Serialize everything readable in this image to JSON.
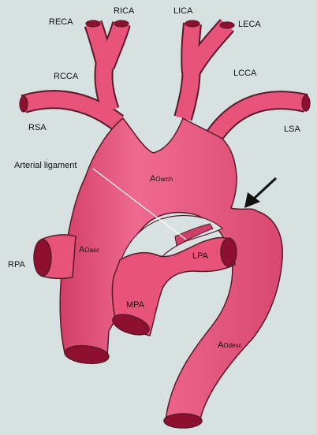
{
  "labels": {
    "reca": "RECA",
    "rica": "RICA",
    "lica": "LICA",
    "leca": "LECA",
    "rcca": "RCCA",
    "lcca": "LCCA",
    "rsa": "RSA",
    "lsa": "LSA",
    "arterial_ligament": "Arterial ligament",
    "aorta_prefix": "A",
    "aoarch_sub": "Oarch",
    "aoasc_sub": "Oasc",
    "aodesc_sub": "Odesc",
    "rpa": "RPA",
    "lpa": "LPA",
    "mpa": "MPA"
  },
  "colors": {
    "background": "#d7e1e1",
    "vessel_fill": "#e8537a",
    "vessel_outline": "#5a1a2a",
    "lumen": "#8e1030",
    "ligament": "#cf4068",
    "pointer_line": "#ffffff",
    "arrow": "#111111"
  },
  "icons": {
    "arrow": "arrow-icon"
  }
}
